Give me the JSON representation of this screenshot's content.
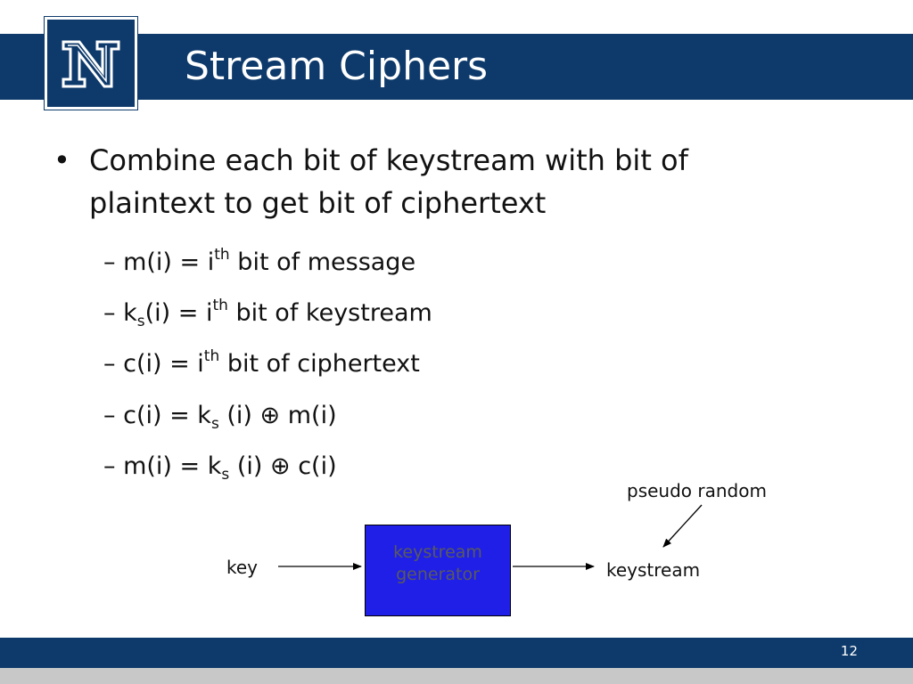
{
  "slide": {
    "title": "Stream Ciphers",
    "page_number": "12"
  },
  "bullets": {
    "main_marker": "•",
    "main_text": "Combine each bit of keystream with bit of plaintext to get bit of ciphertext",
    "sub_marker": "–"
  },
  "sub_items": [
    {
      "pre": "m(i) = i",
      "sup": "th",
      "post": " bit of message"
    },
    {
      "pre": "k",
      "sub": "s",
      "mid": "(i) = i",
      "sup": "th",
      "post": " bit of keystream"
    },
    {
      "pre": "c(i) = i",
      "sup": "th",
      "post": " bit of ciphertext"
    },
    {
      "pre": "c(i) = k",
      "sub": "s",
      "post": " (i) ⊕ m(i)"
    },
    {
      "pre": "m(i) = k",
      "sub": "s",
      "post": " (i) ⊕ c(i)"
    }
  ],
  "diagram": {
    "input_label": "key",
    "box_line1": "keystream",
    "box_line2": "generator",
    "output_label": "keystream",
    "annotation": "pseudo random"
  },
  "colors": {
    "brand_navy": "#0e3a6b",
    "box_blue": "#1f1fe8",
    "box_text": "#5a5a5a",
    "footer_grey": "#c8c8c8"
  }
}
